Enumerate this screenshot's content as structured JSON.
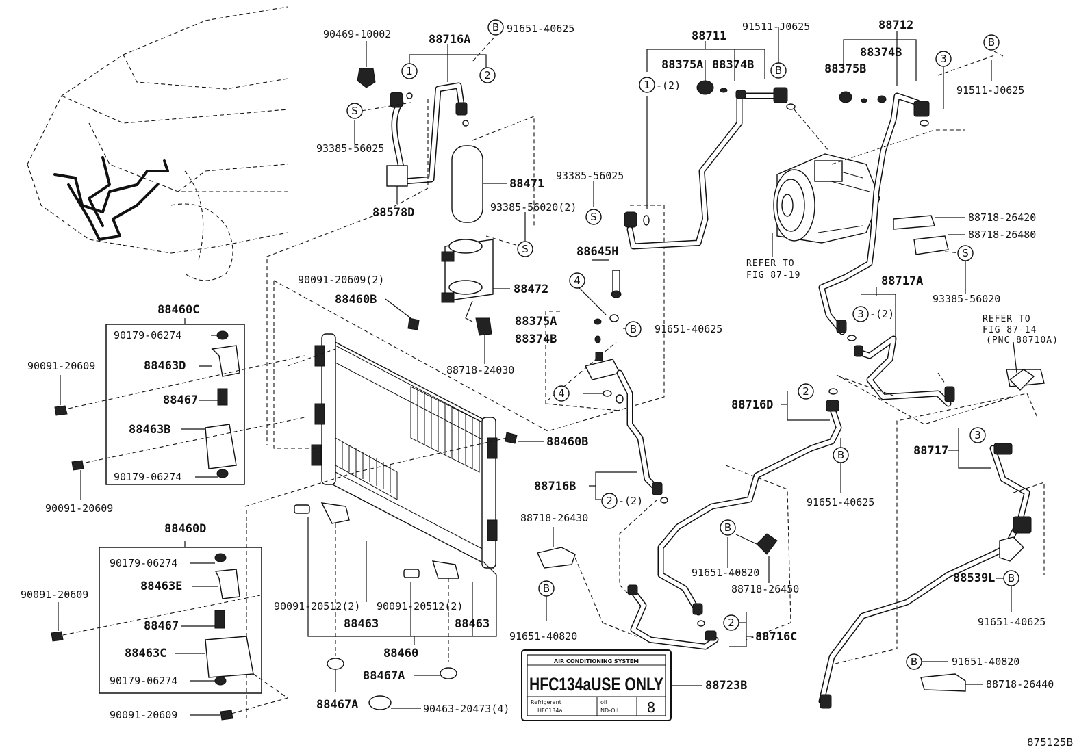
{
  "parts": {
    "p90469_10002": "90469-10002",
    "p88716A": "88716A",
    "p91651_40625_top": "91651-40625",
    "p93385_56025_a": "93385-56025",
    "p88578D": "88578D",
    "p88471": "88471",
    "p93385_56025_b": "93385-56025",
    "p93385_56020_2": "93385-56020(2)",
    "p88711": "88711",
    "p91511_J0625_a": "91511-J0625",
    "p88375A_top": "88375A",
    "p88374B_top": "88374B",
    "p88712": "88712",
    "p88374B_r": "88374B",
    "p88375B": "88375B",
    "p91511_J0625_b": "91511-J0625",
    "p88718_26420": "88718-26420",
    "p88718_26480": "88718-26480",
    "p93385_56020": "93385-56020",
    "p88645H": "88645H",
    "p90091_20609_2": "90091-20609(2)",
    "p88472": "88472",
    "p88460B_a": "88460B",
    "p88460C": "88460C",
    "p90179_06274_a": "90179-06274",
    "p88463D": "88463D",
    "p90091_20609_a": "90091-20609",
    "p88467_a": "88467",
    "p88463B": "88463B",
    "p90179_06274_b": "90179-06274",
    "p90091_20609_b": "90091-20609",
    "p88375A_mid": "88375A",
    "p88374B_mid": "88374B",
    "p91651_40625_mid": "91651-40625",
    "p88718_24030": "88718-24030",
    "p88717A": "88717A",
    "p88716D": "88716D",
    "p88460B_b": "88460B",
    "p91651_40625_r": "91651-40625",
    "p88717": "88717",
    "p88716B": "88716B",
    "p88718_26430": "88718-26430",
    "p88460D": "88460D",
    "p90179_06274_c": "90179-06274",
    "p88463E": "88463E",
    "p90091_20609_c": "90091-20609",
    "p88467_b": "88467",
    "p88463C": "88463C",
    "p90179_06274_d": "90179-06274",
    "p90091_20609_d": "90091-20609",
    "p90091_20512_2a": "90091-20512(2)",
    "p90091_20512_2b": "90091-20512(2)",
    "p88463_a": "88463",
    "p88463_b": "88463",
    "p88460": "88460",
    "p88467A_a": "88467A",
    "p88467A_b": "88467A",
    "p90463_20473_4": "90463-20473(4)",
    "p91651_40820_a": "91651-40820",
    "p88718_26450": "88718-26450",
    "p91651_40820_b": "91651-40820",
    "p88716C": "88716C",
    "p88723B": "88723B",
    "p88539L": "88539L",
    "p91651_40625_br": "91651-40625",
    "p91651_40820_c": "91651-40820",
    "p88718_26440": "88718-26440"
  },
  "refs": {
    "refer_to_a": "REFER TO",
    "fig_87_19": "FIG 87-19",
    "refer_to_b": "REFER TO",
    "fig_87_14": "FIG 87-14",
    "pnc": "(PNC 88710A)"
  },
  "markers": {
    "one": "1",
    "two": "2",
    "three": "3",
    "four": "4",
    "s": "S",
    "b": "B",
    "qty2": "-(2)"
  },
  "label_plate": {
    "header": "AIR CONDITIONING SYSTEM",
    "main": "HFC134aUSE ONLY",
    "refrigerant": "Refrigerant",
    "refrigerant_type": "HFC134a",
    "oil": "oil",
    "oil_type": "ND-OIL",
    "qty": "8"
  },
  "diagram_id": "875125B"
}
